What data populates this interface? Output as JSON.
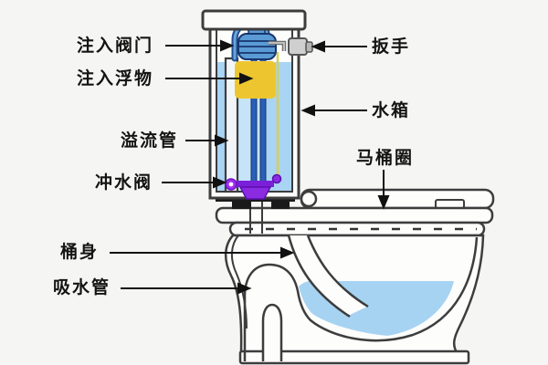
{
  "labels": {
    "fill_valve": "注入阀门",
    "fill_float": "注入浮物",
    "overflow_pipe": "溢流管",
    "flush_valve": "冲水阀",
    "handle": "扳手",
    "water_tank": "水箱",
    "toilet_seat": "马桶圈",
    "bowl_body": "桶身",
    "siphon_pipe": "吸水管"
  },
  "colors": {
    "tank_water": "#a9d4f3",
    "tank_water_light": "#c6e3f8",
    "bowl_water": "#a7d3f2",
    "float_yellow": "#edc62f",
    "valve_blue": "#5b9bd5",
    "valve_dark": "#17366e",
    "pipe_dark_blue": "#2a5fb8",
    "flush_valve_purple": "#8a2be2",
    "flush_valve_deep": "#7b1fd9",
    "handle_gray": "#cfcfcf",
    "refill_line_yellow": "#d8ce57",
    "outline": "#3d3d3d",
    "arrow_black": "#111111"
  }
}
